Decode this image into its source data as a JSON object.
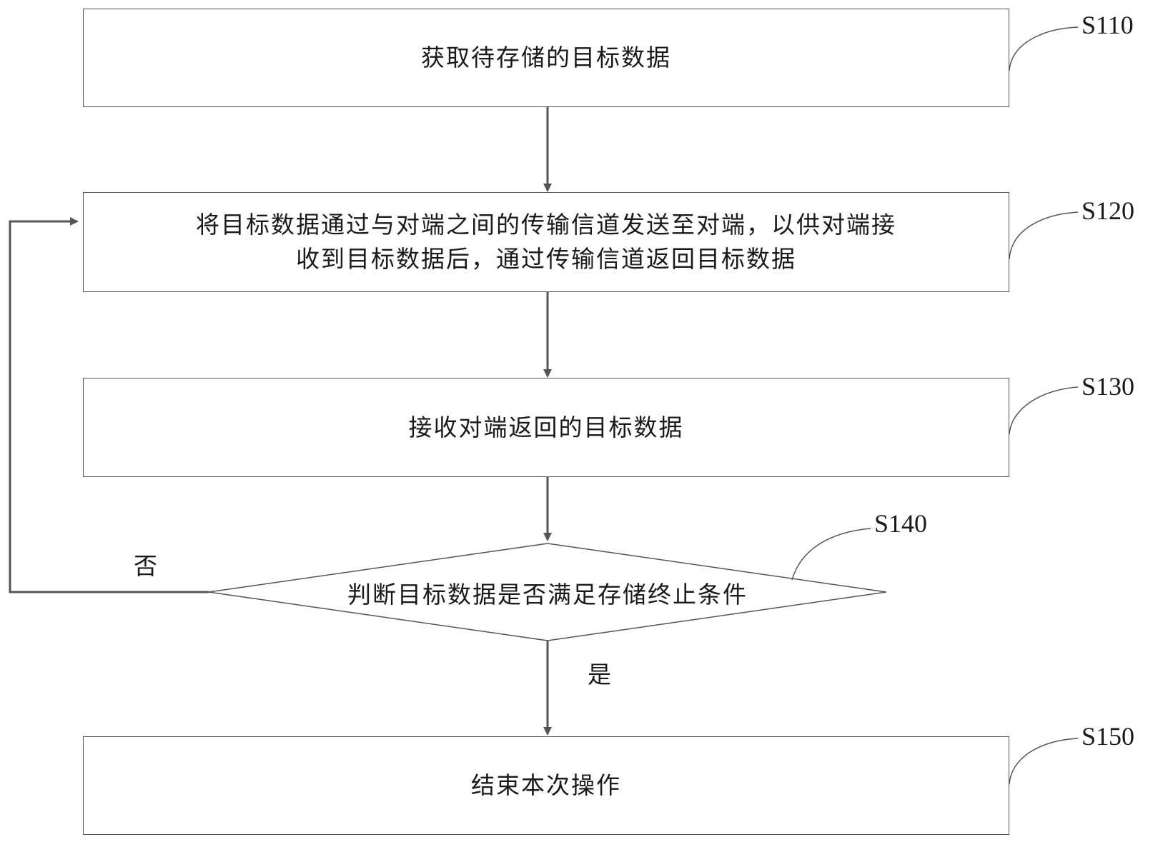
{
  "steps": {
    "s110": {
      "label": "S110",
      "text": "获取待存储的目标数据"
    },
    "s120": {
      "label": "S120",
      "line1": "将目标数据通过与对端之间的传输信道发送至对端，以供对端接",
      "line2": "收到目标数据后，通过传输信道返回目标数据"
    },
    "s130": {
      "label": "S130",
      "text": "接收对端返回的目标数据"
    },
    "s140": {
      "label": "S140",
      "text": "判断目标数据是否满足存储终止条件"
    },
    "s150": {
      "label": "S150",
      "text": "结束本次操作"
    }
  },
  "branches": {
    "no": "否",
    "yes": "是"
  },
  "colors": {
    "line": "#555555",
    "text": "#1a1a1a"
  }
}
